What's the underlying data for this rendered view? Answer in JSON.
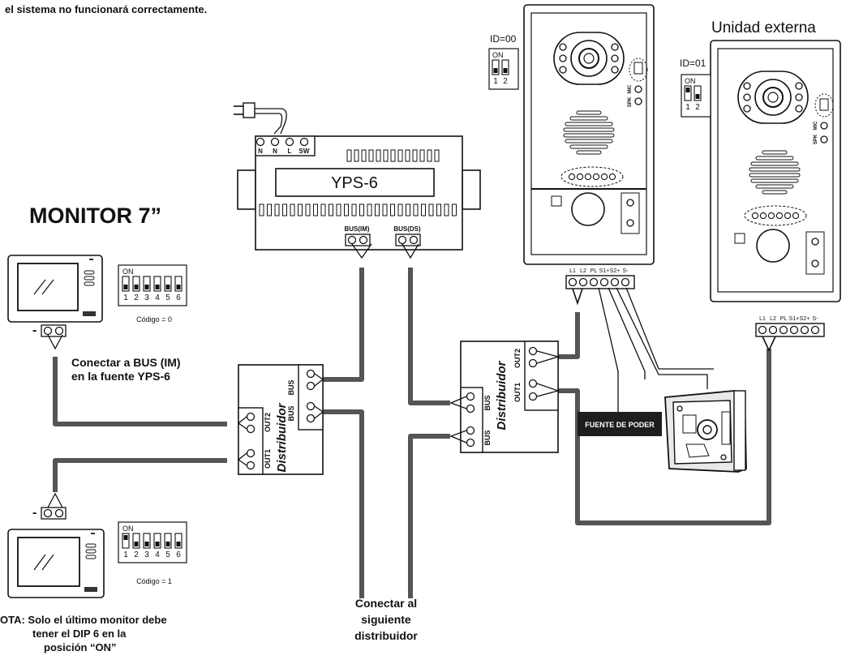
{
  "top_note": "el sistema no funcionará correctamente.",
  "psu": {
    "label": "YPS-6",
    "terminals": [
      "N",
      "N",
      "L",
      "SW"
    ],
    "bus_im": "BUS(IM)",
    "bus_ds": "BUS(DS)"
  },
  "monitor_title": "MONITOR 7”",
  "monitor1": {
    "dip_on": "ON",
    "dip_numbers": [
      "1",
      "2",
      "3",
      "4",
      "5",
      "6"
    ],
    "code": "Código = 0",
    "pol": "-"
  },
  "monitor2": {
    "dip_on": "ON",
    "dip_numbers": [
      "1",
      "2",
      "3",
      "4",
      "5",
      "6"
    ],
    "code": "Código = 1",
    "pol": "-"
  },
  "connect_bus": [
    "Conectar a BUS (IM)",
    "en la fuente YPS-6"
  ],
  "distributor": {
    "name": "Distribuidor",
    "bus": "BUS",
    "out1": "OUT1",
    "out2": "OUT2"
  },
  "next_dist": [
    "Conectar al",
    "siguiente",
    "distribuidor"
  ],
  "note": [
    "OTA: Solo el último monitor debe",
    "tener el DIP 6 en la",
    "posición “ON”"
  ],
  "outdoor1": {
    "id": "ID=00",
    "dip_on": "ON",
    "dip_numbers": [
      "1",
      "2"
    ],
    "terminals": [
      "L1",
      "L2",
      "PL",
      "S1+",
      "S2+",
      "S-"
    ]
  },
  "outdoor2": {
    "title": "Unidad externa",
    "id": "ID=01",
    "dip_on": "ON",
    "dip_numbers": [
      "1",
      "2"
    ],
    "terminals": [
      "L1",
      "L2",
      "PL",
      "S1+",
      "S2+",
      "S-"
    ]
  },
  "power_supply_label": "FUENTE DE PODER",
  "unit_side_labels": [
    "MIC",
    "SPK"
  ]
}
